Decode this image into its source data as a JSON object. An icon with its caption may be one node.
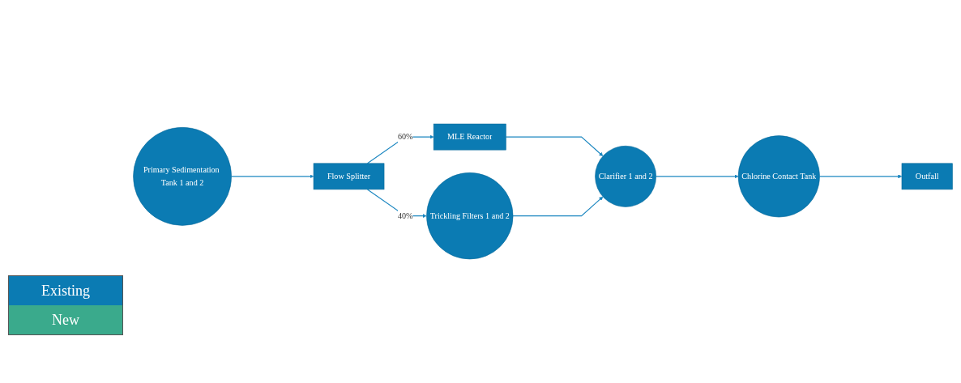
{
  "diagram": {
    "nodes": [
      {
        "text": [
          "Primary Sedimentation Tank 1 and 2"
        ]
      },
      {
        "text": [
          "Flow Splitter"
        ]
      },
      {
        "text": [
          "MLE Reactor"
        ]
      },
      {
        "text": [
          "Trickling Filters 1 and 2"
        ]
      },
      {
        "text": [
          "Clarifier 1 and 2"
        ]
      },
      {
        "text": [
          "Chlorine Contact Tank"
        ]
      },
      {
        "text": [
          "Outfall"
        ]
      }
    ],
    "edges": [
      {
        "from": 0,
        "to": 1,
        "arrow": "to"
      },
      {
        "from": 1,
        "to": 2,
        "arrow": "to",
        "label": "60%"
      },
      {
        "from": 1,
        "to": 3,
        "arrow": "to",
        "label": "40%"
      },
      {
        "from": 2,
        "to": 4,
        "arrow": "to"
      },
      {
        "from": 3,
        "to": 4,
        "arrow": "to"
      },
      {
        "from": 4,
        "to": 5,
        "arrow": "to"
      },
      {
        "from": 5,
        "to": 6,
        "arrow": "to"
      }
    ],
    "legend": [
      {
        "text": "Existing",
        "color": "#0b7bb3"
      },
      {
        "text": "New",
        "color": "#3aaa8c"
      }
    ]
  }
}
